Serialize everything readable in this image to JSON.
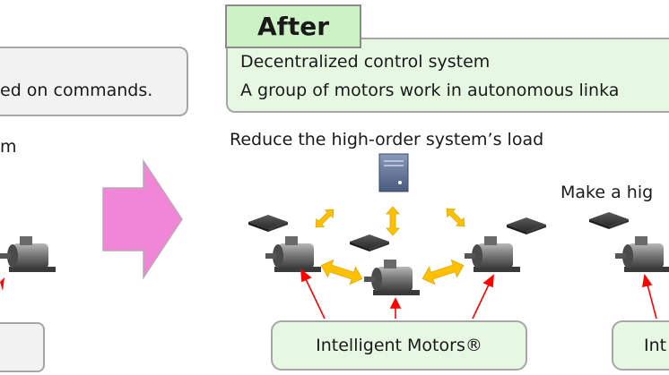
{
  "before": {
    "box_text": "ed on commands.",
    "partial_text": "m"
  },
  "after": {
    "heading": "After",
    "line1": "Decentralized control system",
    "line2": "A group of motors work in autonomous linka",
    "caption_left": "Reduce the high-order system’s load",
    "caption_right": "Make a hig",
    "motors_label": "Intelligent Motors®",
    "motors_label_right": "Int"
  },
  "colors": {
    "big_arrow": "#f286d6",
    "link_arrow": "#ffc000",
    "signal_arrow": "#ff0000",
    "box_fill": "#e6f7e2",
    "tab_fill": "#ccf2c6"
  }
}
